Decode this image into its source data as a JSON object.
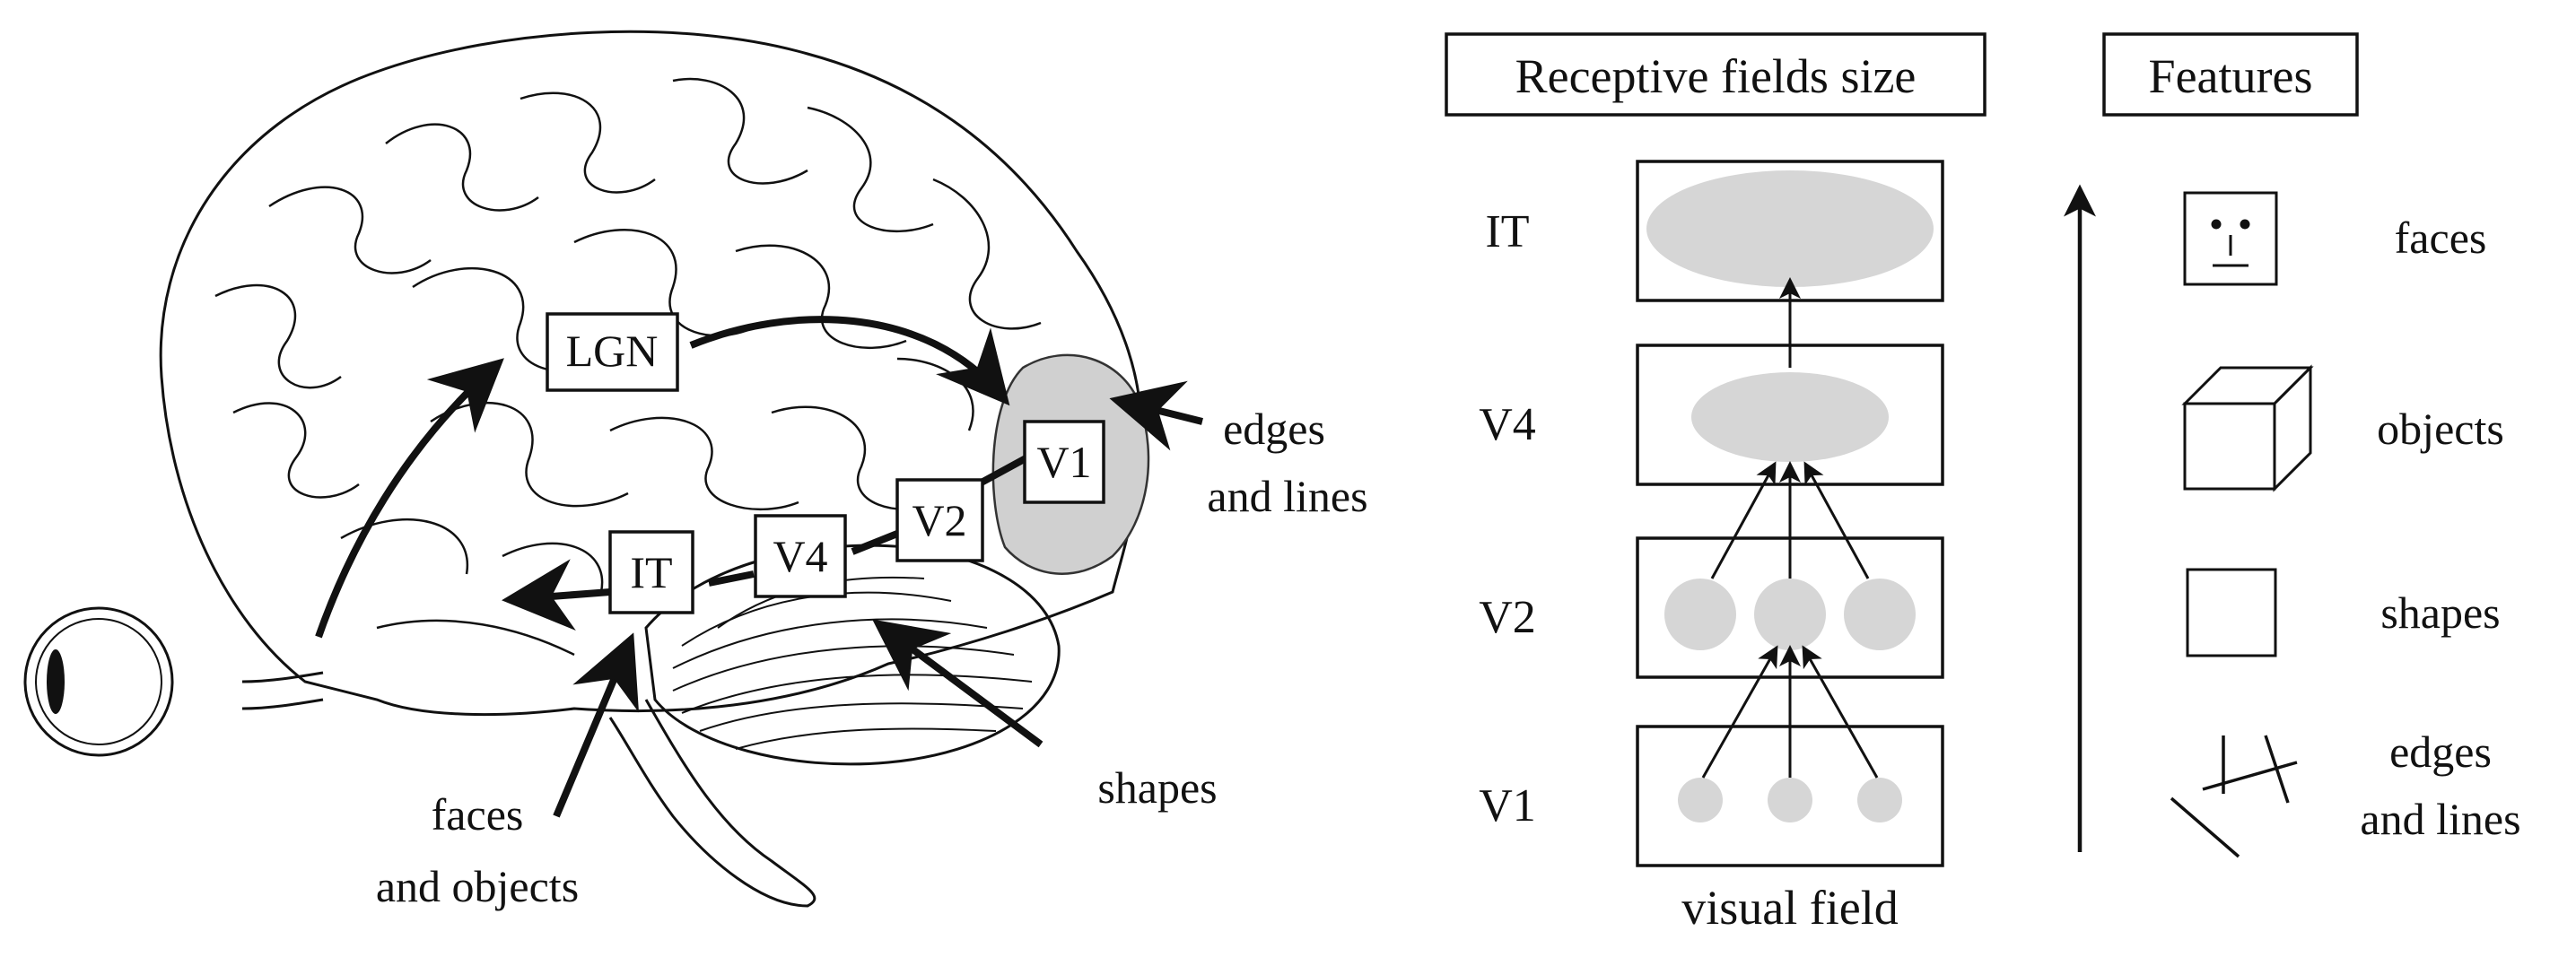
{
  "brain": {
    "labels": {
      "lgn": "LGN",
      "v1": "V1",
      "v2": "V2",
      "v4": "V4",
      "it": "IT"
    },
    "annotations": {
      "edges_line1": "edges",
      "edges_line2": "and lines",
      "shapes": "shapes",
      "faces_line1": "faces",
      "faces_line2": "and objects"
    }
  },
  "receptive_fields": {
    "header": "Receptive fields size",
    "rows": [
      "IT",
      "V4",
      "V2",
      "V1"
    ],
    "footer": "visual field"
  },
  "features": {
    "header": "Features",
    "items": [
      {
        "label": "faces"
      },
      {
        "label": "objects"
      },
      {
        "label": "shapes"
      },
      {
        "label_line1": "edges",
        "label_line2": "and lines"
      }
    ]
  },
  "colors": {
    "ink": "#111111",
    "field_fill": "#d6d6d6",
    "v1_region": "#cfcfcf"
  }
}
